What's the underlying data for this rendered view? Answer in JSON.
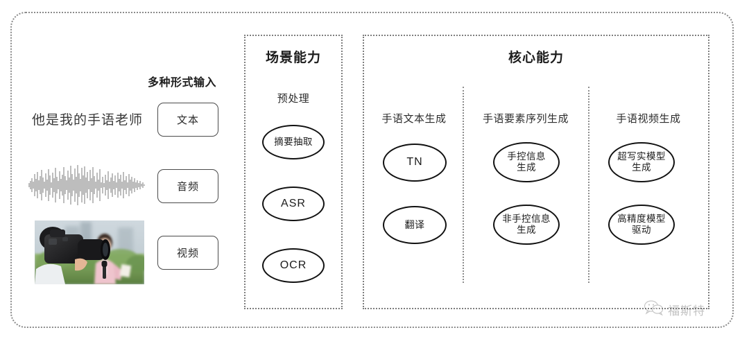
{
  "diagram": {
    "title_implicit": "",
    "input_section": {
      "heading": "多种形式输入",
      "sample_text": "他是我的手语老师",
      "modalities": [
        {
          "label": "文本",
          "media": "text-sample"
        },
        {
          "label": "音频",
          "media": "audio-waveform"
        },
        {
          "label": "视频",
          "media": "video-thumbnail"
        }
      ]
    },
    "scene_panel": {
      "title": "场景能力",
      "group_label": "预处理",
      "nodes": [
        {
          "label": "摘要抽取",
          "script": "cn"
        },
        {
          "label": "ASR",
          "script": "latin"
        },
        {
          "label": "OCR",
          "script": "latin"
        }
      ]
    },
    "core_panel": {
      "title": "核心能力",
      "columns": [
        {
          "label": "手语文本生成",
          "nodes": [
            {
              "label": "TN",
              "script": "latin"
            },
            {
              "label": "翻译",
              "script": "cn"
            }
          ]
        },
        {
          "label": "手语要素序列生成",
          "nodes": [
            {
              "line1": "手控信息",
              "line2": "生成",
              "script": "cn"
            },
            {
              "line1": "非手控信息",
              "line2": "生成",
              "script": "cn"
            }
          ]
        },
        {
          "label": "手语视频生成",
          "nodes": [
            {
              "line1": "超写实模型",
              "line2": "生成",
              "script": "cn"
            },
            {
              "line1": "高精度模型",
              "line2": "驱动",
              "script": "cn"
            }
          ]
        }
      ]
    },
    "watermark": {
      "label": "福斯特",
      "icon": "wechat-icon"
    },
    "colors": {
      "border_dotted": "#7d7d7d",
      "outer_frame": "#8a8a8a",
      "node_stroke": "#111111",
      "text": "#1c1c1c",
      "background": "#ffffff"
    }
  }
}
